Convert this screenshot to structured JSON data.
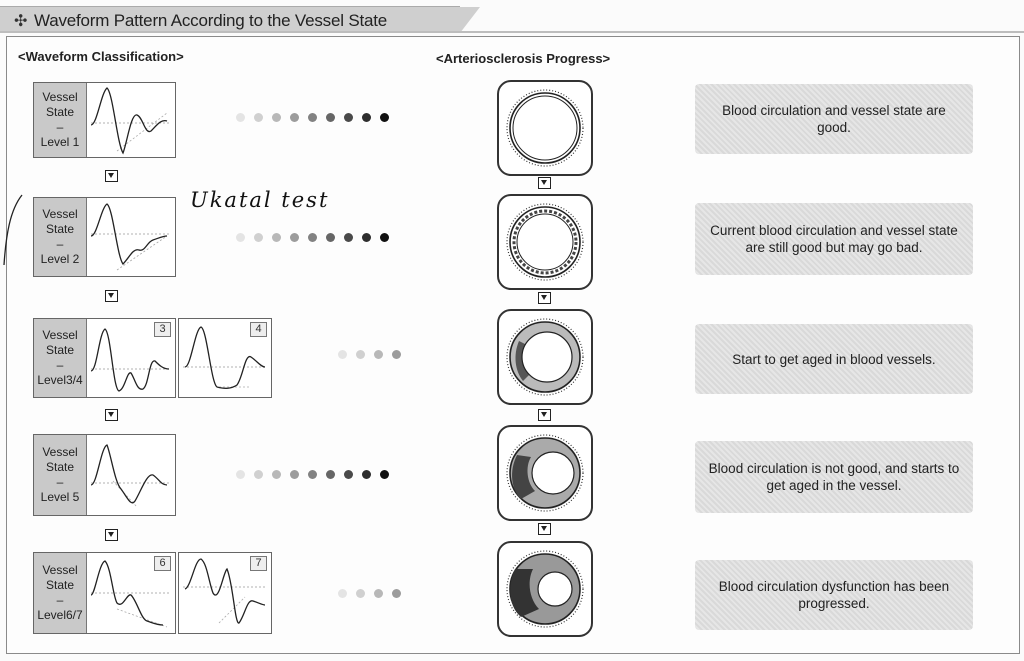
{
  "header": {
    "icon": "move-cross-icon",
    "title": "Waveform Pattern According to the Vessel State"
  },
  "sections": {
    "left_heading": "<Waveform Classification>",
    "right_heading": "<Arteriosclerosis Progress>"
  },
  "handwritten_note": "Ukatal test",
  "levels": [
    {
      "label_lines": [
        "Vessel",
        "State",
        "–",
        "Level 1"
      ],
      "badges": [],
      "dot_count": 9,
      "description": "Blood circulation and vessel state are good."
    },
    {
      "label_lines": [
        "Vessel",
        "State",
        "–",
        "Level 2"
      ],
      "badges": [],
      "dot_count": 9,
      "description": "Current blood circulation and vessel state are still good but may go bad."
    },
    {
      "label_lines": [
        "Vessel",
        "State",
        "–",
        "Level3/4"
      ],
      "badges": [
        "3",
        "4"
      ],
      "dot_count": 4,
      "description": "Start to get aged in blood vessels."
    },
    {
      "label_lines": [
        "Vessel",
        "State",
        "–",
        "Level 5"
      ],
      "badges": [],
      "dot_count": 9,
      "description": "Blood circulation is not good, and starts to get aged in the vessel."
    },
    {
      "label_lines": [
        "Vessel",
        "State",
        "–",
        "Level6/7"
      ],
      "badges": [
        "6",
        "7"
      ],
      "dot_count": 4,
      "description": "Blood circulation dysfunction has been progressed."
    }
  ],
  "colors": {
    "label_fill": "#c9c9c9",
    "desc_fill": "#dedede",
    "plaque": "#555555"
  }
}
